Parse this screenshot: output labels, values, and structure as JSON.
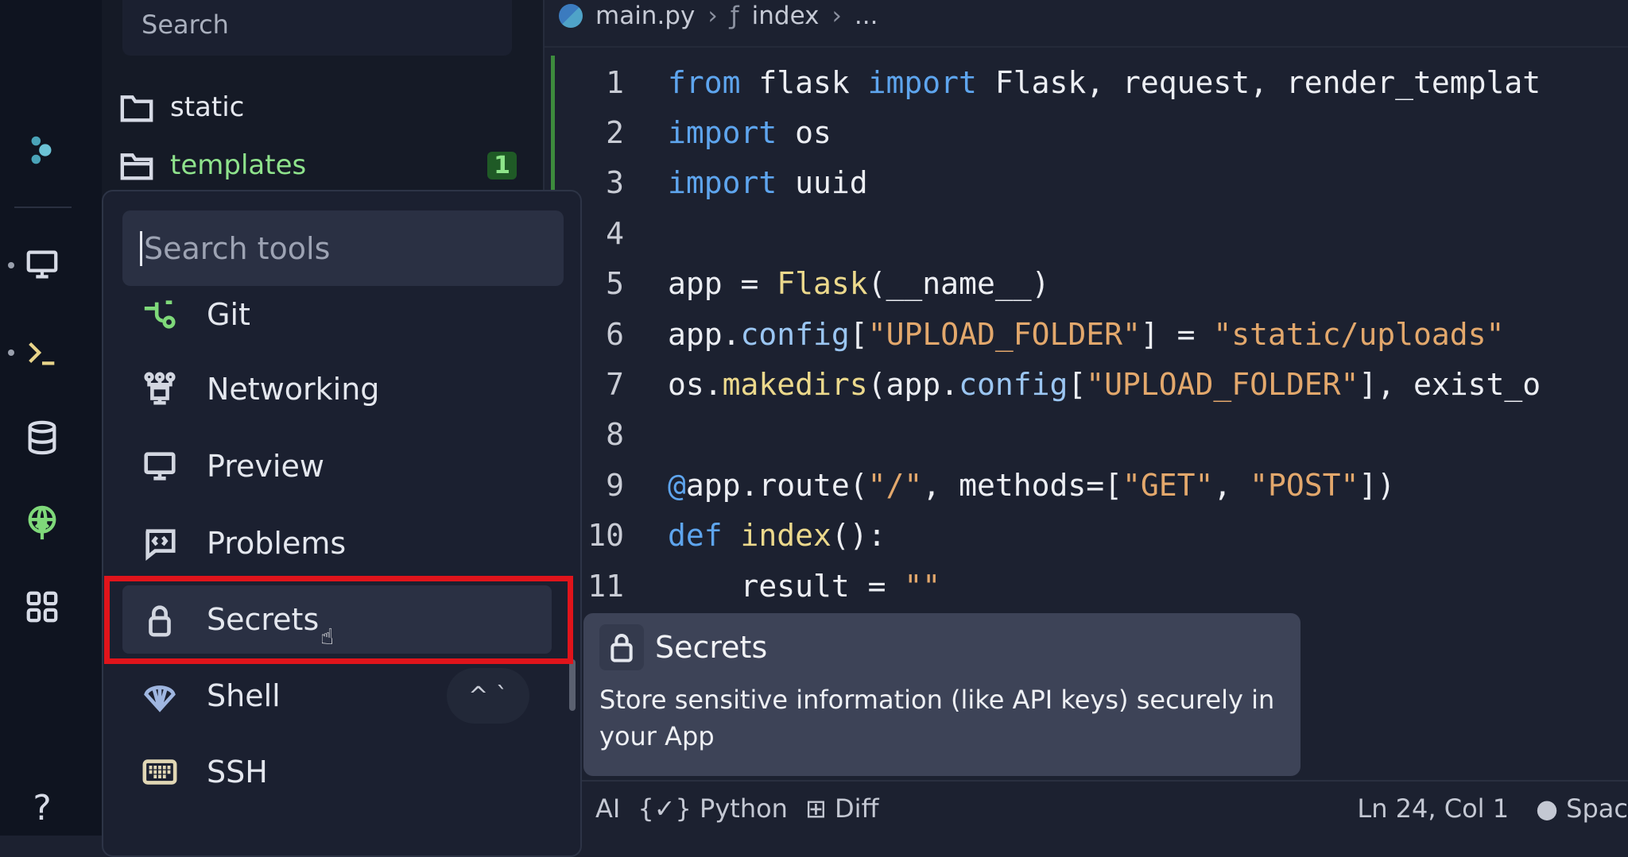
{
  "sidebar": {
    "search_placeholder": "Search",
    "files": [
      {
        "name": "static",
        "icon": "folder-icon"
      },
      {
        "name": "templates",
        "icon": "folder-open-icon",
        "badge": "1",
        "color": "#8fe38c"
      }
    ]
  },
  "activity_bar": [
    "logo-icon",
    "monitor-icon",
    "terminal-icon",
    "database-icon",
    "deploy-icon",
    "grid-icon",
    "help-icon"
  ],
  "editor": {
    "breadcrumb": {
      "file": "main.py",
      "sep": "›",
      "fn_icon": "ƒ",
      "function": "index",
      "more": "..."
    },
    "lines": [
      {
        "n": "1",
        "t": [
          [
            "from",
            "kw"
          ],
          [
            " flask ",
            "tx"
          ],
          [
            "import",
            "kw"
          ],
          [
            " Flask, request, render_templat",
            "tx"
          ]
        ]
      },
      {
        "n": "2",
        "t": [
          [
            "import",
            "kw"
          ],
          [
            " os",
            "tx"
          ]
        ]
      },
      {
        "n": "3",
        "t": [
          [
            "import",
            "kw"
          ],
          [
            " uuid",
            "tx"
          ]
        ]
      },
      {
        "n": "4",
        "t": []
      },
      {
        "n": "5",
        "t": [
          [
            "app = ",
            "tx"
          ],
          [
            "Flask",
            "fn"
          ],
          [
            "(__name__)",
            "tx"
          ]
        ]
      },
      {
        "n": "6",
        "t": [
          [
            "app.",
            "tx"
          ],
          [
            "config",
            "at"
          ],
          [
            "[",
            "tx"
          ],
          [
            "\"UPLOAD_FOLDER\"",
            "st"
          ],
          [
            "] = ",
            "tx"
          ],
          [
            "\"static/uploads\"",
            "st"
          ]
        ]
      },
      {
        "n": "7",
        "t": [
          [
            "os.",
            "tx"
          ],
          [
            "makedirs",
            "fn"
          ],
          [
            "(app.",
            "tx"
          ],
          [
            "config",
            "at"
          ],
          [
            "[",
            "tx"
          ],
          [
            "\"UPLOAD_FOLDER\"",
            "st"
          ],
          [
            "], exist_o",
            "tx"
          ]
        ]
      },
      {
        "n": "8",
        "t": []
      },
      {
        "n": "9",
        "t": [
          [
            "@",
            "kw"
          ],
          [
            "app.route(",
            "tx"
          ],
          [
            "\"/\"",
            "st"
          ],
          [
            ", methods=[",
            "tx"
          ],
          [
            "\"GET\"",
            "st"
          ],
          [
            ", ",
            "tx"
          ],
          [
            "\"POST\"",
            "st"
          ],
          [
            "])",
            "tx"
          ]
        ]
      },
      {
        "n": "10",
        "t": [
          [
            "def",
            "kw"
          ],
          [
            " ",
            "tx"
          ],
          [
            "index",
            "fn"
          ],
          [
            "():",
            "tx"
          ]
        ]
      },
      {
        "n": "11",
        "t": [
          [
            "    result = ",
            "tx"
          ],
          [
            "\"\"",
            "st"
          ]
        ]
      }
    ]
  },
  "status_bar": {
    "ai": "AI",
    "language": "Python",
    "diff": "Diff",
    "position": "Ln 24, Col 1",
    "spaces": "Spac"
  },
  "tools_menu": {
    "search_placeholder": "Search tools",
    "items": [
      {
        "label": "Git",
        "icon": "git-icon"
      },
      {
        "label": "Networking",
        "icon": "networking-icon"
      },
      {
        "label": "Preview",
        "icon": "monitor-icon"
      },
      {
        "label": "Problems",
        "icon": "problems-icon"
      },
      {
        "label": "Secrets",
        "icon": "lock-icon",
        "selected": true
      },
      {
        "label": "Shell",
        "icon": "shell-icon",
        "shortcut": "^ `"
      },
      {
        "label": "SSH",
        "icon": "keyboard-icon"
      }
    ]
  },
  "tooltip": {
    "title": "Secrets",
    "description": "Store sensitive information (like API keys) securely in your App"
  },
  "colors": {
    "accent_green": "#3d8b3d",
    "highlight": "#e0141b",
    "keyword": "#5ea5ee",
    "string": "#e3a86c",
    "function": "#ecd98c"
  }
}
